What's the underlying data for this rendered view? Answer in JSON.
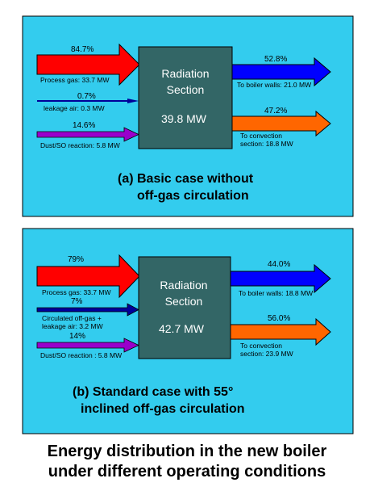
{
  "caption": {
    "line1": "Energy distribution in the new boiler",
    "line2": "under different operating conditions"
  },
  "colors": {
    "panel_bg": "#33ccee",
    "box": "#336666",
    "process_gas": "#ff0000",
    "leakage": "#000099",
    "dust": "#9900cc",
    "boiler_walls": "#0000ff",
    "convection": "#ff6600"
  },
  "panel_a": {
    "box_label_1": "Radiation",
    "box_label_2": "Section",
    "box_value": "39.8 MW",
    "in_process_pct": "84.7%",
    "in_process_label": "Process gas: 33.7 MW",
    "in_leak_pct": "0.7%",
    "in_leak_label": "leakage air: 0.3 MW",
    "in_dust_pct": "14.6%",
    "in_dust_label": "Dust/SO reaction: 5.8 MW",
    "out_walls_pct": "52.8%",
    "out_walls_label": "To boiler walls: 21.0 MW",
    "out_conv_pct": "47.2%",
    "out_conv_label_1": "To convection",
    "out_conv_label_2": "section: 18.8 MW",
    "title_1": "(a) Basic case without",
    "title_2": "off-gas circulation"
  },
  "panel_b": {
    "box_label_1": "Radiation",
    "box_label_2": "Section",
    "box_value": "42.7 MW",
    "in_process_pct": "79%",
    "in_process_label": "Process gas: 33.7 MW",
    "in_circ_pct": "7%",
    "in_circ_label_1": "Circulated off-gas +",
    "in_circ_label_2": "leakage air: 3.2 MW",
    "in_dust_pct": "14%",
    "in_dust_label": "Dust/SO reaction : 5.8 MW",
    "out_walls_pct": "44.0%",
    "out_walls_label": "To boiler walls: 18.8 MW",
    "out_conv_pct": "56.0%",
    "out_conv_label_1": "To convection",
    "out_conv_label_2": "section: 23.9 MW",
    "title_1": "(b) Standard case with 55°",
    "title_2": "inclined off-gas circulation"
  }
}
